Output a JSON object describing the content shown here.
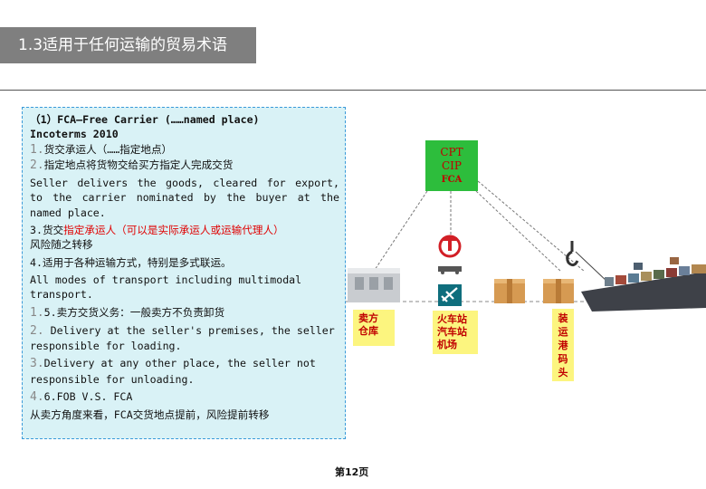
{
  "slide": {
    "title": "1.3适用于任何运输的贸易术语",
    "page_number": "第12页"
  },
  "textbox": {
    "line1": "（1）FCA—Free Carrier (……named place)",
    "line2": "Incoterms 2010",
    "item1_num": "1.",
    "item1_text": "货交承运人（……指定地点）",
    "item2_num": "2.",
    "item2_text": "指定地点将货物交给买方指定人完成交货",
    "en_para1": "Seller delivers the goods, cleared for export, to the carrier  nominated by the buyer at the named place.",
    "item3_prefix": "3.货交",
    "item3_red": "指定承运人（可以是实际承运人或运输代理人）",
    "item3_line2": "风险随之转移",
    "item4": "4.适用于各种运输方式，特别是多式联运。",
    "en_para2": "All modes of transport including multimodal transport.",
    "item5_num": "1.",
    "item5_text": "5.卖方交货义务：一般卖方不负责卸货",
    "item6_num": "2.",
    "item6_text": " Delivery at the seller's premises, the seller responsible for loading.",
    "item7_num": "3.",
    "item7_text": "Delivery at any other place, the seller not responsible for unloading.",
    "item8_num": "4.",
    "item8_text": "6.FOB V.S. FCA",
    "item9": "从卖方角度来看，FCA交货地点提前，风险提前转移"
  },
  "diagram": {
    "terms": [
      "CPT",
      "CIP",
      "FCA"
    ],
    "seller_label_1": "卖方",
    "seller_label_2": "仓库",
    "station_label_1": "火车站",
    "station_label_2": "汽车站",
    "station_label_3": "机场",
    "port_label": [
      "装",
      "运",
      "港",
      "码",
      "头"
    ],
    "colors": {
      "green_box": "#2dbd3c",
      "yellow_box": "#fcf57f",
      "red_text": "#c00000"
    }
  }
}
